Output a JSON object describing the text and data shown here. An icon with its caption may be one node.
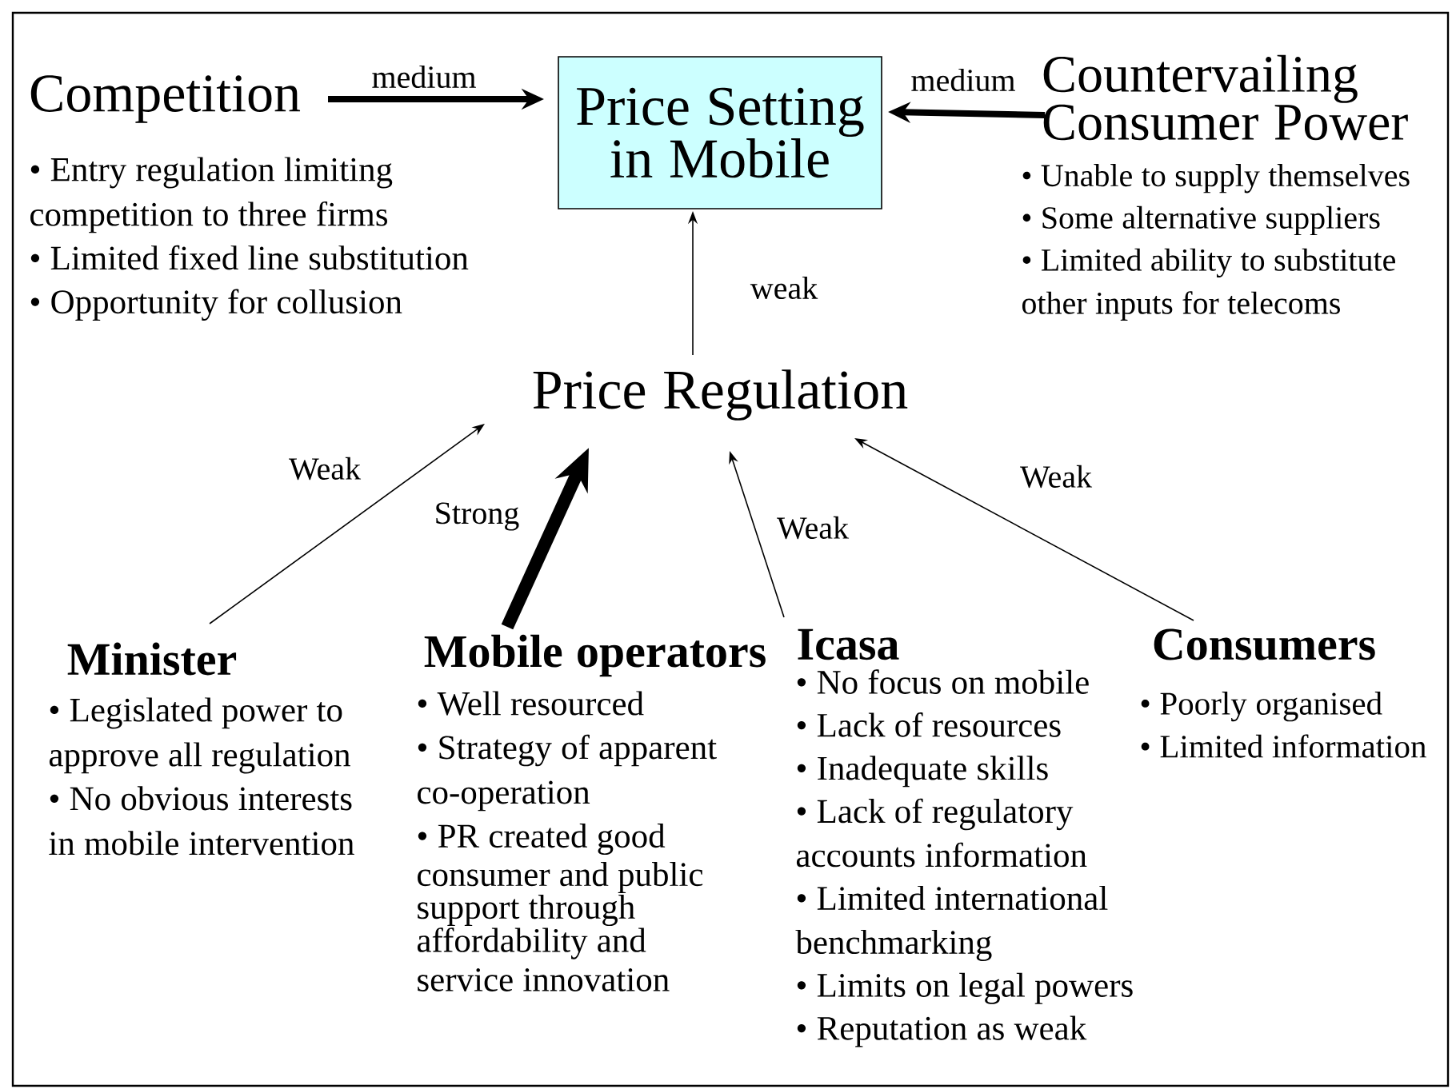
{
  "diagram": {
    "nodes": [
      {
        "text": [
          "Price Setting in Mobile"
        ]
      },
      {
        "text": [
          "Competition"
        ],
        "beside": [
          "• Entry regulation limiting competition to three firms",
          "• Limited fixed line substitution",
          "• Opportunity for collusion"
        ]
      },
      {
        "text": [
          "Countervailing Consumer Power"
        ],
        "beside": [
          "• Unable to supply themselves",
          "• Some alternative suppliers",
          "• Limited ability to substitute other inputs for telecoms"
        ]
      },
      {
        "text": [
          "Price Regulation"
        ]
      },
      {
        "text": [
          "Minister"
        ],
        "beside": [
          "• Legislated power to approve all regulation",
          "• No obvious interests in mobile intervention"
        ]
      },
      {
        "text": [
          "Mobile operators"
        ],
        "beside": [
          "• Well resourced",
          "• Strategy of apparent co-operation",
          "• PR created good consumer and public support through affordability and service innovation"
        ]
      },
      {
        "text": [
          "Icasa"
        ],
        "beside": [
          "• No focus on mobile",
          "• Lack of resources",
          "• Inadequate skills",
          "• Lack of regulatory accounts information",
          "• Limited international benchmarking",
          "• Limits on legal powers",
          "• Reputation as weak"
        ]
      },
      {
        "text": [
          "Consumers"
        ],
        "beside": [
          "• Poorly organised",
          "• Limited information"
        ]
      }
    ],
    "edges": [
      {
        "from": 1,
        "to": 0,
        "arrow": "to",
        "label": "medium",
        "style": "thick"
      },
      {
        "from": 2,
        "to": 0,
        "arrow": "to",
        "label": "medium",
        "style": "thick"
      },
      {
        "from": 3,
        "to": 0,
        "arrow": "to",
        "label": "weak"
      },
      {
        "from": 4,
        "to": 3,
        "arrow": "to",
        "label": "Weak"
      },
      {
        "from": 5,
        "to": 3,
        "arrow": "to",
        "label": "Strong",
        "style": "thick"
      },
      {
        "from": 6,
        "to": 3,
        "arrow": "to",
        "label": "Weak"
      },
      {
        "from": 7,
        "to": 3,
        "arrow": "to",
        "label": "Weak"
      }
    ]
  }
}
